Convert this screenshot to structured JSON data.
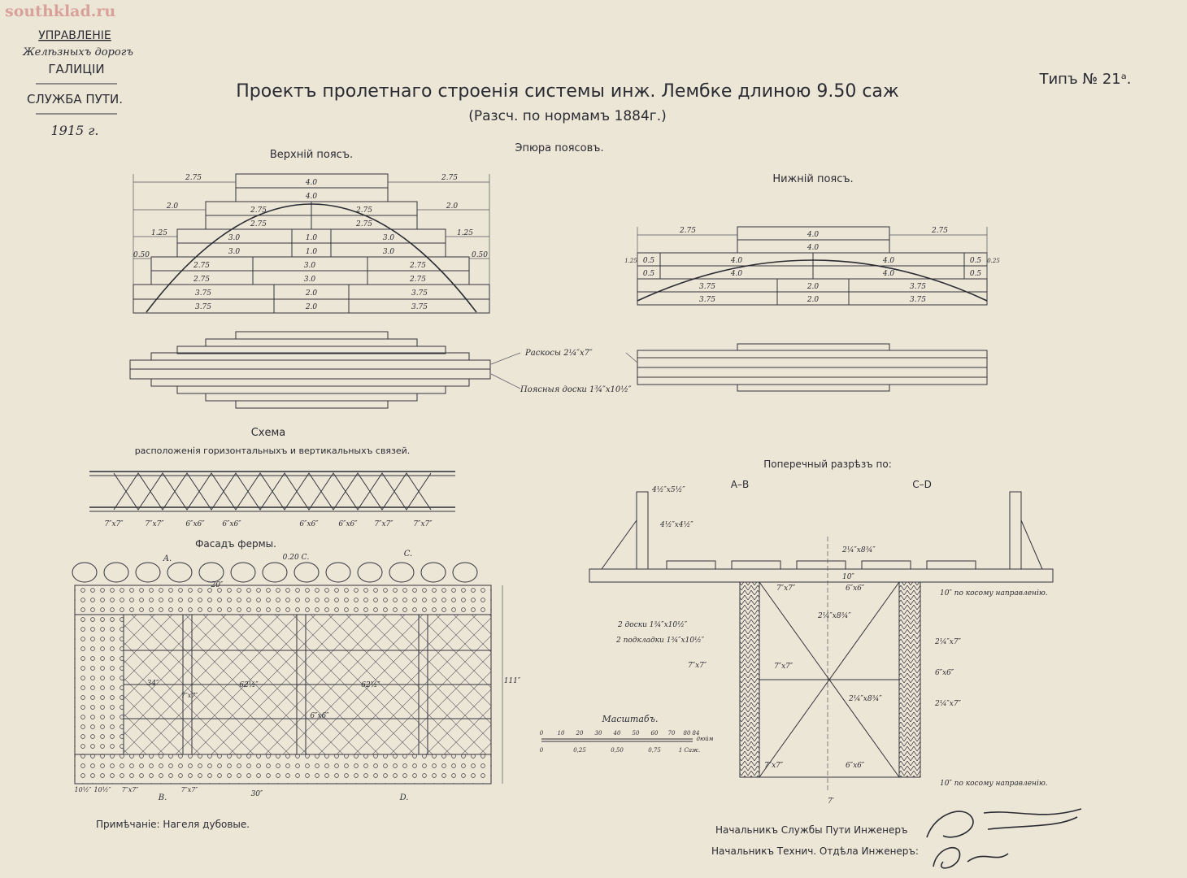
{
  "watermark": "southklad.ru",
  "header": {
    "line1": "УПРАВЛЕНІЕ",
    "line2": "Желѣзныхъ дорогъ",
    "line3": "ГАЛИЦІИ",
    "line4": "СЛУЖБА ПУТИ.",
    "year": "1915 г."
  },
  "title": "Проектъ пролетнаго строенія системы инж. Лембке длиною 9.50 саж",
  "subtitle": "(Разсч. по нормамъ 1884г.)",
  "type_label": "Типъ № 21ᵃ.",
  "diagram_title": "Эпюра поясовъ.",
  "upper_chord": {
    "title": "Верхній поясъ.",
    "rows": [
      [
        "4.0"
      ],
      [
        "4.0"
      ],
      [
        "2.75",
        "2.75"
      ],
      [
        "2.75",
        "2.75"
      ],
      [
        "3.0",
        "1.0",
        "3.0"
      ],
      [
        "3.0",
        "1.0",
        "3.0"
      ],
      [
        "2.75",
        "3.0",
        "2.75"
      ],
      [
        "2.75",
        "3.0",
        "2.75"
      ],
      [
        "3.75",
        "2.0",
        "3.75"
      ],
      [
        "3.75",
        "2.0",
        "3.75"
      ]
    ],
    "side_dims": [
      "2.75",
      "2.0",
      "1.25",
      "0.50"
    ]
  },
  "lower_chord": {
    "title": "Нижній поясъ.",
    "rows": [
      [
        "4.0"
      ],
      [
        "4.0"
      ],
      [
        "0.5",
        "4.0",
        "4.0",
        "0.5"
      ],
      [
        "0.5",
        "4.0",
        "4.0",
        "0.5"
      ],
      [
        "3.75",
        "2.0",
        "3.75"
      ],
      [
        "3.75",
        "2.0",
        "3.75"
      ]
    ],
    "side_dims": [
      "2.75",
      "1.25",
      "0.25"
    ]
  },
  "plan_labels": {
    "braces": "Раскосы 2¼″х7″",
    "boards": "Поясныя доски 1¾″х10½″"
  },
  "scheme": {
    "title": "Схема",
    "subtitle": "расположенія горизонтальныхъ и вертикальныхъ связей.",
    "labels": [
      "7″х7″",
      "7″х7″",
      "6″х6″",
      "6″х6″",
      "6″х6″",
      "6″х6″",
      "7″х7″",
      "7″х7″"
    ]
  },
  "facade": {
    "title": "Фасадъ фермы.",
    "marks": [
      "A.",
      "C.",
      "B.",
      "D."
    ],
    "dims": [
      "0.20 С.",
      "20″",
      "30″",
      "10½″",
      "10½″",
      "7″х7″",
      "7″х7″",
      "111″",
      "62½″",
      "62½″",
      "34″",
      "6″х6″",
      "7″х7″"
    ]
  },
  "section": {
    "title": "Поперечный разрѣзъ по:",
    "left_label": "A–B",
    "right_label": "C–D",
    "dims": [
      "4½″х5½″",
      "4½″х4½″",
      "2¼″х8¾″",
      "10″",
      "7″х7″",
      "6″х6″",
      "10″ по косому направленію.",
      "2 доски 1¾″х10½″",
      "2 подкладки 1¾″х10½″",
      "7″х7″",
      "7″х7″",
      "2¼″х8¾″",
      "2¼″х8¾″",
      "2¼″х7″",
      "6″х6″",
      "2¼″х7″",
      "7″х7″",
      "6″х6″",
      "7′",
      "10″ по косому направленію."
    ]
  },
  "scale": {
    "title": "Масштабъ.",
    "top_ticks": [
      "0",
      "10",
      "20",
      "30",
      "40",
      "50",
      "60",
      "70",
      "80",
      "84"
    ],
    "bottom_ticks": [
      "0",
      "0,25",
      "0,50",
      "0,75",
      "1 Саж."
    ],
    "unit": "дюйм"
  },
  "note": "Примѣчаніе: Нагеля дубовые.",
  "signatures": {
    "line1": "Начальникъ Службы Пути Инженеръ",
    "line2": "Начальникъ Технич. Отдѣла Инженеръ:"
  }
}
